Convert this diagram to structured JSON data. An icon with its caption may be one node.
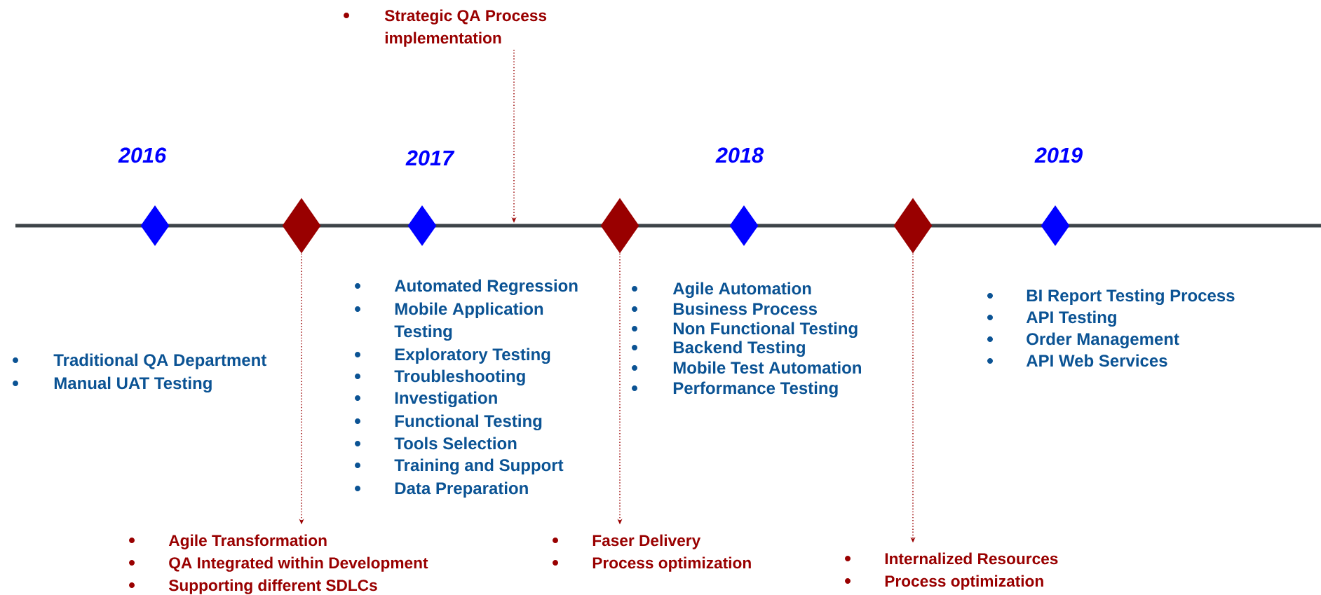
{
  "diagram": {
    "nodes": [
      {
        "text": [
          "Strategic QA Process implementation"
        ]
      },
      {
        "text": [],
        "shape": "diamond"
      },
      {
        "text": [],
        "shape": "diamond"
      },
      {
        "text": [],
        "shape": "diamond"
      },
      {
        "text": [],
        "shape": "diamond"
      },
      {
        "text": [],
        "shape": "diamond"
      },
      {
        "text": [],
        "shape": "diamond"
      },
      {
        "text": [],
        "shape": "diamond"
      },
      {
        "text": [
          "Agile Transformation",
          "QA Integrated within Development",
          "Supporting different SDLCs"
        ]
      },
      {
        "text": [
          "Faser Delivery",
          "Process optimization"
        ]
      },
      {
        "text": [
          "Internalized Resources",
          "Process optimization"
        ]
      }
    ],
    "edges": [
      {
        "from": 0,
        "to": null,
        "arrow": "to"
      },
      {
        "from": 2,
        "to": 8,
        "arrow": "to"
      },
      {
        "from": 4,
        "to": 9,
        "arrow": "to"
      },
      {
        "from": 6,
        "to": 10,
        "arrow": "to"
      }
    ],
    "labels": [
      "2016",
      "2017",
      "2018",
      "2019",
      "Traditional QA Department",
      "Manual UAT Testing",
      "Automated Regression",
      "Mobile Application Testing",
      "Exploratory Testing",
      "Troubleshooting",
      "Investigation",
      "Functional Testing",
      "Tools Selection",
      "Training and Support",
      "Data Preparation",
      "Agile Automation",
      "Business Process",
      "Non Functional Testing",
      "Backend Testing",
      "Mobile Test Automation",
      "Performance Testing",
      "BI Report Testing Process",
      "API Testing",
      "Order Management",
      "API Web Services"
    ]
  }
}
